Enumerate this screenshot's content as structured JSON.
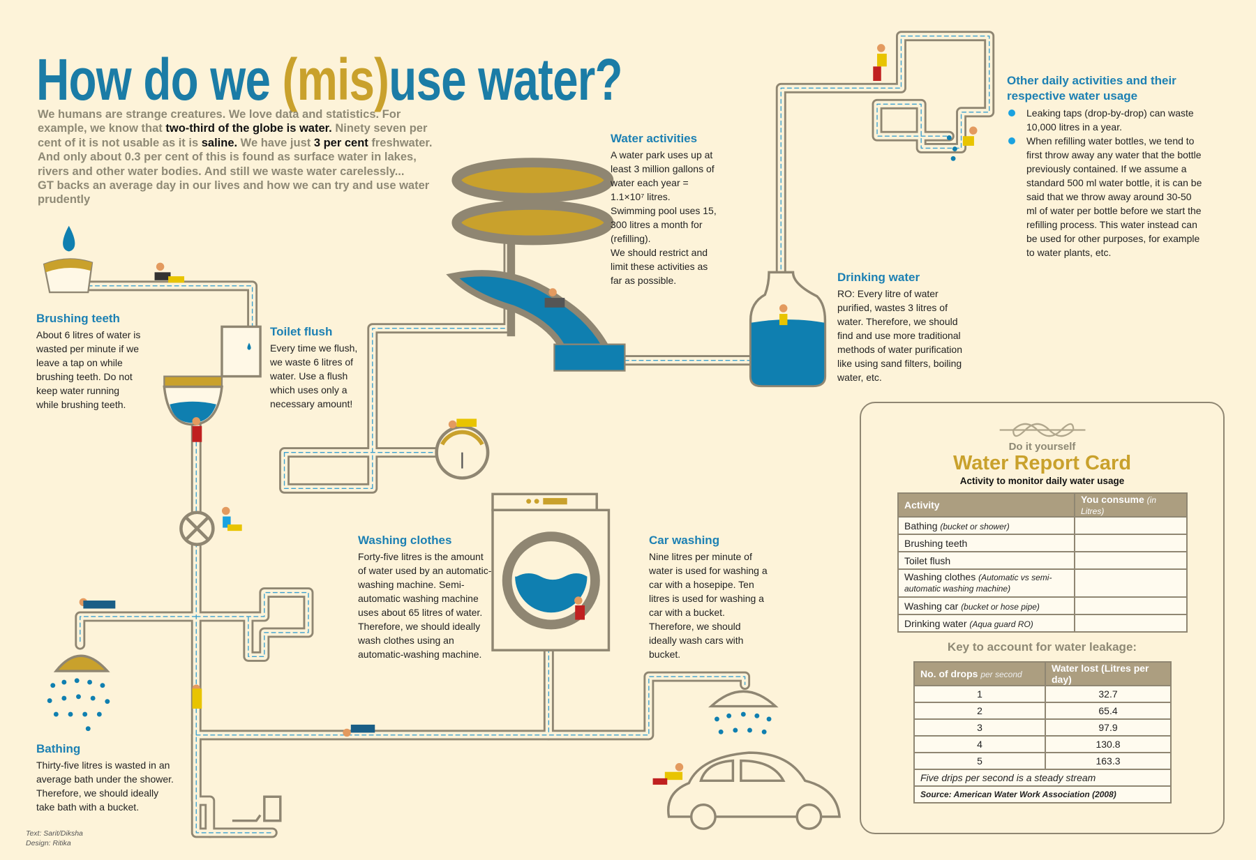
{
  "title": {
    "part1": "How do we ",
    "part2": "(mis)",
    "part3": "use water?"
  },
  "intro": {
    "s1": "We humans are strange creatures. We love data and statistics. For example, we know that ",
    "b1": "two-third of the globe is water.",
    "s2": " Ninety seven per cent of it is not usable as it is ",
    "b2": "saline.",
    "s3": " We have just ",
    "b3": "3 per cent",
    "s4": " freshwater. And only about 0.3 per cent of this is found as surface water in lakes, rivers and other water bodies. And still we waste water carelessly...",
    "s5": "GT backs an average day in our lives and how we can try and use water prudently"
  },
  "sections": {
    "brushing": {
      "title": "Brushing teeth",
      "text": "About 6 litres of water is wasted per minute if we leave a tap on while brushing teeth. Do not keep water running while brushing teeth."
    },
    "toilet": {
      "title": "Toilet flush",
      "text": "Every time we flush, we waste 6 litres of water. Use a flush which uses only a necessary amount!"
    },
    "bathing": {
      "title": "Bathing",
      "text": "Thirty-five litres is wasted in an average bath under the shower. Therefore, we should ideally take bath with a bucket."
    },
    "water_activities": {
      "title": "Water activities",
      "text": " A water park uses up at least 3 million gallons of water each year = 1.1×10⁷ litres. Swimming pool uses 15, 300 litres a month for (refilling).",
      "text2": "We should restrict and limit these activities as far as possible."
    },
    "drinking": {
      "title": "Drinking water",
      "text": "RO: Every litre of water purified, wastes 3 litres of water. Therefore, we should find and use more traditional methods of water purification like using sand filters, boiling water, etc."
    },
    "washing": {
      "title": "Washing clothes",
      "text": "Forty-five litres is the amount of water used by an automatic- washing machine. Semi-automatic washing machine uses about 65 litres of water.",
      "text2": "Therefore, we should ideally wash clothes using an automatic-washing machine."
    },
    "car": {
      "title": "Car washing",
      "text": "Nine litres per minute of water is used for washing a car with a hosepipe. Ten litres is used for washing a car with a bucket. Therefore, we should ideally wash cars with bucket."
    },
    "other": {
      "title": "Other daily activities and their respective water usage",
      "items": [
        "Leaking taps (drop-by-drop) can waste 10,000 litres in a year.",
        "When refilling water bottles, we tend to first throw away any water that the bottle previously contained. If we assume a standard 500 ml water bottle, it is can be said that we throw away around 30-50 ml of water per bottle before we start the refilling process. This water instead can be used for other purposes, for example to water plants, etc."
      ]
    }
  },
  "report_card": {
    "kicker": "Do it yourself",
    "title": "Water Report Card",
    "subtitle": "Activity to monitor daily water usage",
    "headers": {
      "activity": "Activity",
      "consume": "You consume",
      "consume_note": "(in Litres)"
    },
    "rows": [
      {
        "name": "Bathing",
        "note": "(bucket or shower)"
      },
      {
        "name": "Brushing teeth",
        "note": ""
      },
      {
        "name": "Toilet flush",
        "note": ""
      },
      {
        "name": "Washing clothes",
        "note": "(Automatic vs semi-automatic washing machine)"
      },
      {
        "name": "Washing car",
        "note": "(bucket or hose pipe)"
      },
      {
        "name": "Drinking water",
        "note": "(Aqua guard RO)"
      }
    ],
    "key_title": "Key to account for water leakage:",
    "key_headers": {
      "drops": "No. of drops",
      "drops_note": "per second",
      "lost": "Water lost (Litres per day)"
    },
    "key_rows": [
      {
        "drops": "1",
        "lost": "32.7"
      },
      {
        "drops": "2",
        "lost": "65.4"
      },
      {
        "drops": "3",
        "lost": "97.9"
      },
      {
        "drops": "4",
        "lost": "130.8"
      },
      {
        "drops": "5",
        "lost": "163.3"
      }
    ],
    "key_note": "Five drips per second is a steady stream",
    "source": "Source: American Water Work Association (2008)"
  },
  "credits": {
    "text": "Text: Sarit/Diksha",
    "design": "Design: Ritika"
  },
  "colors": {
    "blue": "#1b7ca6",
    "gold": "#c9a12c",
    "pipe": "#8f8672",
    "water": "#0f7fb0",
    "bg": "#fdf3d9"
  }
}
